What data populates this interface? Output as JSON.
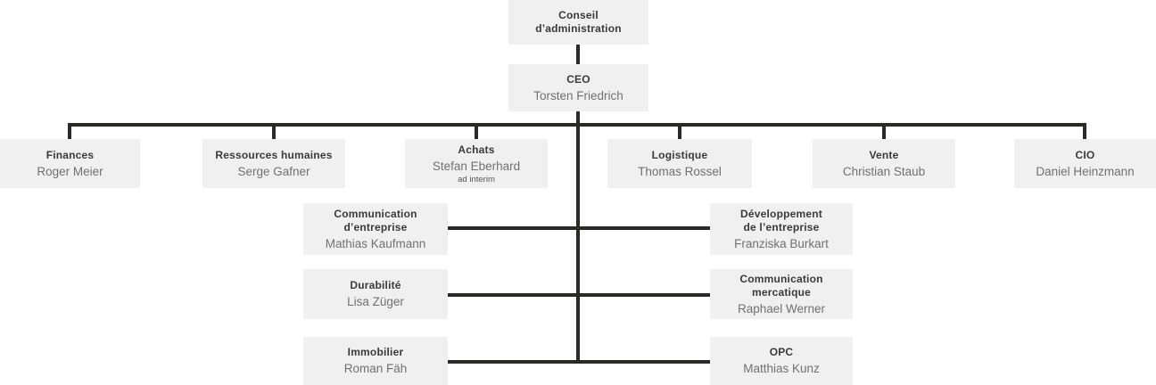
{
  "diagram": {
    "type": "org-chart",
    "language": "fr"
  },
  "nodes": {
    "board": {
      "title": "Conseil\nd’administration"
    },
    "ceo": {
      "title": "CEO",
      "person": "Torsten Friedrich"
    },
    "finances": {
      "title": "Finances",
      "person": "Roger Meier"
    },
    "hr": {
      "title": "Ressources humaines",
      "person": "Serge Gafner"
    },
    "achats": {
      "title": "Achats",
      "person": "Stefan Eberhard",
      "note": "ad interim"
    },
    "logistique": {
      "title": "Logistique",
      "person": "Thomas Rossel"
    },
    "vente": {
      "title": "Vente",
      "person": "Christian Staub"
    },
    "cio": {
      "title": "CIO",
      "person": "Daniel Heinzmann"
    },
    "corp_comm": {
      "title": "Communication\nd’entreprise",
      "person": "Mathias Kaufmann"
    },
    "corp_dev": {
      "title": "Développement\nde l’entreprise",
      "person": "Franziska Burkart"
    },
    "sustain": {
      "title": "Durabilité",
      "person": "Lisa Züger"
    },
    "marcom": {
      "title": "Communication\nmercatique",
      "person": "Raphael Werner"
    },
    "realestate": {
      "title": "Immobilier",
      "person": "Roman Fäh"
    },
    "opc": {
      "title": "OPC",
      "person": "Matthias Kunz"
    }
  },
  "hierarchy": {
    "root": "board",
    "board_reports": [
      "ceo"
    ],
    "ceo_line_reports": [
      "finances",
      "hr",
      "achats",
      "logistique",
      "vente",
      "cio"
    ],
    "ceo_staff_reports": [
      "corp_comm",
      "corp_dev",
      "sustain",
      "marcom",
      "realestate",
      "opc"
    ]
  },
  "colors": {
    "box_fill": "#f1f0f0",
    "line": "#2b2a28",
    "title_text": "#3a3a39",
    "person_text": "#717070",
    "note_text": "#555453"
  }
}
